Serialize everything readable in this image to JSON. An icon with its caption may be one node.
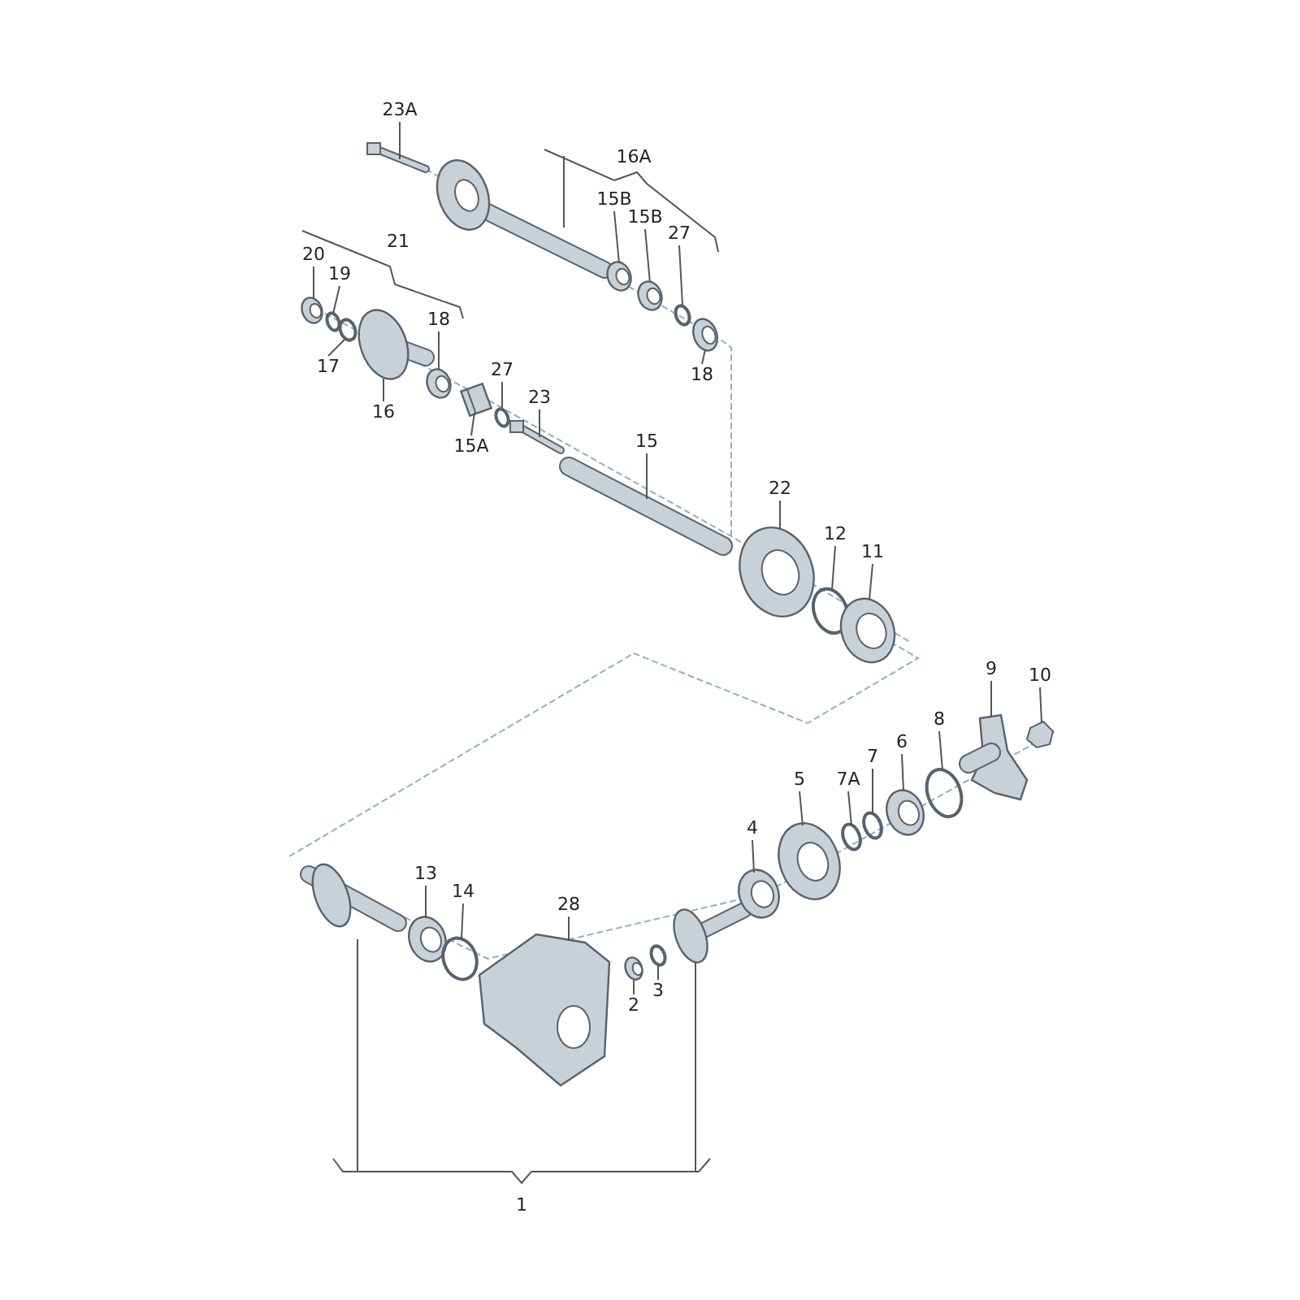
{
  "diagram": {
    "nodes": [
      {
        "text": [
          "23A"
        ]
      },
      {
        "text": [
          "15B"
        ]
      },
      {
        "text": [
          "15B"
        ]
      },
      {
        "text": [
          "27"
        ]
      },
      {
        "text": [
          "18"
        ]
      },
      {
        "text": [
          "20"
        ]
      },
      {
        "text": [
          "19"
        ]
      },
      {
        "text": [
          "17"
        ]
      },
      {
        "text": [
          "16"
        ]
      },
      {
        "text": [
          "18"
        ]
      },
      {
        "text": [
          "27"
        ]
      },
      {
        "text": [
          "23"
        ]
      },
      {
        "text": [
          "15A"
        ]
      },
      {
        "text": [
          "15"
        ]
      },
      {
        "text": [
          "22"
        ]
      },
      {
        "text": [
          "12"
        ]
      },
      {
        "text": [
          "11"
        ]
      },
      {
        "text": [
          "9"
        ]
      },
      {
        "text": [
          "10"
        ]
      },
      {
        "text": [
          "8"
        ]
      },
      {
        "text": [
          "6"
        ]
      },
      {
        "text": [
          "7"
        ]
      },
      {
        "text": [
          "7A"
        ]
      },
      {
        "text": [
          "5"
        ]
      },
      {
        "text": [
          "4"
        ]
      },
      {
        "text": [
          "13"
        ]
      },
      {
        "text": [
          "14"
        ]
      },
      {
        "text": [
          "28"
        ]
      },
      {
        "text": [
          "2"
        ]
      },
      {
        "text": [
          "3"
        ]
      },
      {
        "text": [],
        "shape": "picture"
      },
      {
        "text": [],
        "shape": "picture"
      },
      {
        "text": [],
        "shape": "picture"
      },
      {
        "text": [],
        "shape": "circle"
      },
      {
        "text": [],
        "shape": "picture"
      },
      {
        "text": [],
        "shape": "picture"
      },
      {
        "text": [],
        "shape": "circle"
      },
      {
        "text": [],
        "shape": "circle"
      },
      {
        "text": [],
        "shape": "picture"
      },
      {
        "text": [],
        "shape": "picture"
      },
      {
        "text": [],
        "shape": "circle"
      },
      {
        "text": [],
        "shape": "picture"
      },
      {
        "text": [],
        "shape": "box"
      },
      {
        "text": [],
        "shape": "picture"
      },
      {
        "text": [],
        "shape": "picture"
      },
      {
        "text": [],
        "shape": "circle"
      },
      {
        "text": [],
        "shape": "picture"
      },
      {
        "text": [],
        "shape": "picture"
      },
      {
        "text": [],
        "shape": "picture"
      },
      {
        "text": [],
        "shape": "circle"
      },
      {
        "text": [],
        "shape": "picture"
      },
      {
        "text": [],
        "shape": "circle"
      },
      {
        "text": [],
        "shape": "circle"
      },
      {
        "text": [],
        "shape": "picture"
      },
      {
        "text": [],
        "shape": "picture"
      },
      {
        "text": [],
        "shape": "picture"
      },
      {
        "text": [],
        "shape": "circle"
      },
      {
        "text": [],
        "shape": "picture"
      },
      {
        "text": [],
        "shape": "picture"
      },
      {
        "text": [],
        "shape": "circle"
      }
    ],
    "edges": [
      {
        "from": 0,
        "to": 30,
        "arrow": "none"
      },
      {
        "from": 1,
        "to": 31,
        "arrow": "none"
      },
      {
        "from": 2,
        "to": 32,
        "arrow": "none"
      },
      {
        "from": 3,
        "to": 33,
        "arrow": "none"
      },
      {
        "from": 4,
        "to": 34,
        "arrow": "none"
      },
      {
        "from": 5,
        "to": 35,
        "arrow": "none"
      },
      {
        "from": 6,
        "to": 36,
        "arrow": "none"
      },
      {
        "from": 7,
        "to": 37,
        "arrow": "none"
      },
      {
        "from": 8,
        "to": 38,
        "arrow": "none"
      },
      {
        "from": 9,
        "to": 39,
        "arrow": "none"
      },
      {
        "from": 10,
        "to": 40,
        "arrow": "none"
      },
      {
        "from": 11,
        "to": 41,
        "arrow": "none"
      },
      {
        "from": 12,
        "to": 42,
        "arrow": "none"
      },
      {
        "from": 13,
        "to": 43,
        "arrow": "none"
      },
      {
        "from": 14,
        "to": 44,
        "arrow": "none"
      },
      {
        "from": 15,
        "to": 45,
        "arrow": "none"
      },
      {
        "from": 16,
        "to": 46,
        "arrow": "none"
      },
      {
        "from": 17,
        "to": 47,
        "arrow": "none"
      },
      {
        "from": 18,
        "to": 48,
        "arrow": "none"
      },
      {
        "from": 19,
        "to": 49,
        "arrow": "none"
      },
      {
        "from": 20,
        "to": 50,
        "arrow": "none"
      },
      {
        "from": 21,
        "to": 51,
        "arrow": "none"
      },
      {
        "from": 22,
        "to": 52,
        "arrow": "none"
      },
      {
        "from": 23,
        "to": 53,
        "arrow": "none"
      },
      {
        "from": 24,
        "to": 54,
        "arrow": "none"
      },
      {
        "from": 25,
        "to": 55,
        "arrow": "none"
      },
      {
        "from": 26,
        "to": 56,
        "arrow": "none"
      },
      {
        "from": 27,
        "to": 57,
        "arrow": "none"
      },
      {
        "from": 28,
        "to": 58,
        "arrow": "none"
      },
      {
        "from": 29,
        "to": 59,
        "arrow": "none"
      }
    ],
    "labels": [
      "16A",
      "21",
      "1"
    ]
  }
}
